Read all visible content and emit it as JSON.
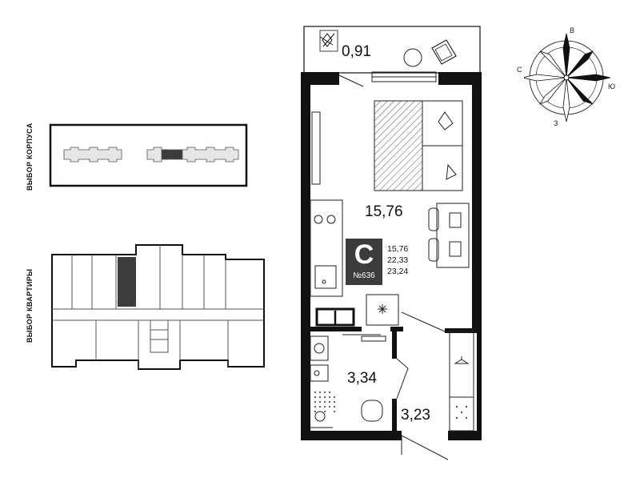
{
  "labels": {
    "building_select": "ВЫБОР КОРПУСА",
    "apartment_select": "ВЫБОР КВАРТИРЫ"
  },
  "rooms": {
    "balcony": "0,91",
    "living": "15,76",
    "bathroom": "3,34",
    "hall": "3,23"
  },
  "badge": {
    "letter": "С",
    "number": "№636",
    "values": [
      "15,76",
      "22,33",
      "23,24"
    ]
  },
  "compass": {
    "north": "В",
    "west": "С",
    "east": "Ю",
    "south": "З"
  },
  "colors": {
    "wall": "#111111",
    "highlight": "#3c3c3c",
    "line": "#222222"
  }
}
